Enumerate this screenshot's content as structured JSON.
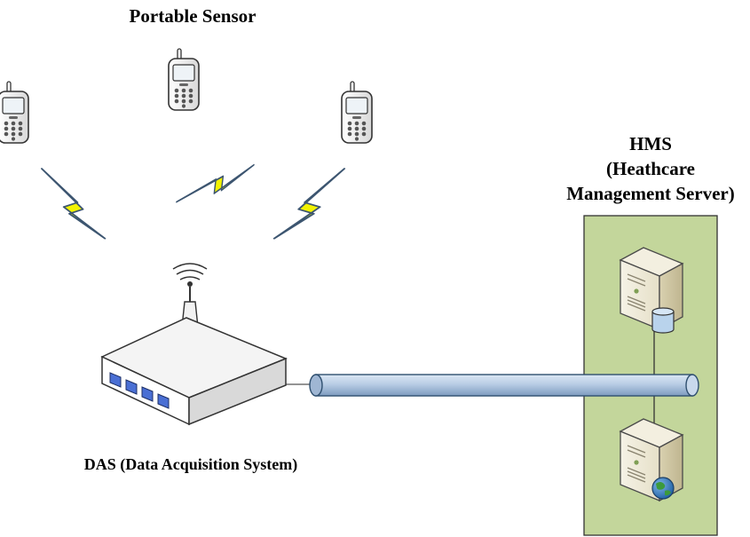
{
  "diagram": {
    "portable_sensor": {
      "title": "Portable Sensor",
      "device_count": 3
    },
    "das": {
      "label": "DAS (Data Acquisition System)",
      "port_count": 4
    },
    "hms": {
      "title_lines": [
        "HMS",
        "(Heathcare",
        "Management Server)"
      ],
      "servers": [
        {
          "type": "database-server",
          "badge": "database-icon"
        },
        {
          "type": "web-server",
          "badge": "globe-icon"
        }
      ]
    },
    "connections": [
      {
        "from": "portable-sensor-1",
        "to": "das",
        "kind": "wireless"
      },
      {
        "from": "portable-sensor-2",
        "to": "das",
        "kind": "wireless"
      },
      {
        "from": "portable-sensor-3",
        "to": "das",
        "kind": "wireless"
      },
      {
        "from": "das",
        "to": "hms",
        "kind": "network-pipe"
      }
    ],
    "colors": {
      "hms_panel": "#c3d69b",
      "pipe": "#b9cde5",
      "lightning": "#f2f200",
      "ports": "#4a6fd4",
      "globe": "#2e75b6"
    }
  }
}
